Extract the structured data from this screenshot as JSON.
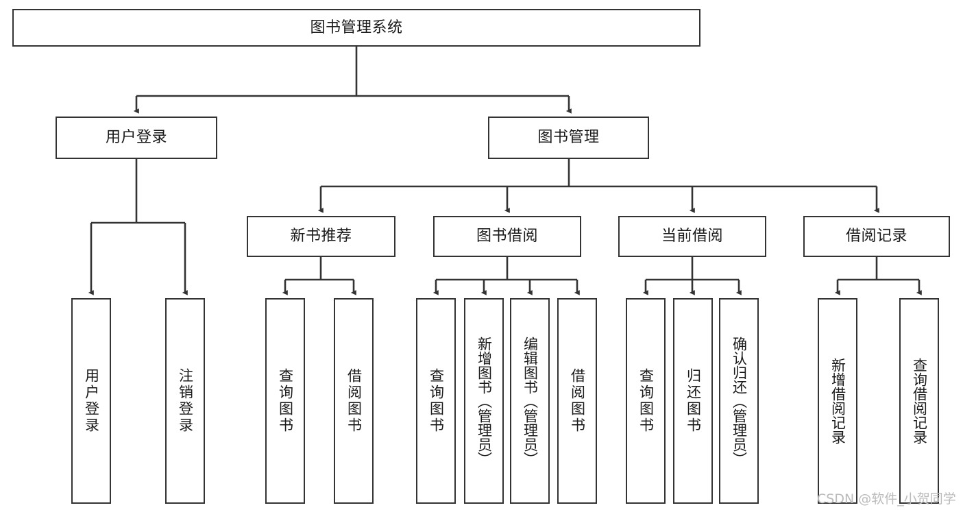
{
  "diagram": {
    "type": "tree-hierarchy",
    "title": "图书管理系统",
    "colors": {
      "box_border": "#333333",
      "box_fill": "#ffffff",
      "connector": "#333333",
      "text": "#1a1a1a",
      "watermark": "#bbbbbb",
      "background": "#ffffff"
    },
    "root": {
      "label": "图书管理系统"
    },
    "level2": [
      {
        "label": "用户登录"
      },
      {
        "label": "图书管理"
      }
    ],
    "level3": [
      {
        "label": "新书推荐"
      },
      {
        "label": "图书借阅"
      },
      {
        "label": "当前借阅"
      },
      {
        "label": "借阅记录"
      }
    ],
    "leaves": {
      "user_login": [
        {
          "label": "用户登录"
        },
        {
          "label": "注销登录"
        }
      ],
      "new_book_recommend": [
        {
          "label": "查询图书"
        },
        {
          "label": "借阅图书"
        }
      ],
      "book_borrow": [
        {
          "label": "查询图书"
        },
        {
          "label": "新增图书（管理员）"
        },
        {
          "label": "编辑图书（管理员）"
        },
        {
          "label": "借阅图书"
        }
      ],
      "current_borrow": [
        {
          "label": "查询图书"
        },
        {
          "label": "归还图书"
        },
        {
          "label": "确认归还（管理员）"
        }
      ],
      "borrow_record": [
        {
          "label": "新增借阅记录"
        },
        {
          "label": "查询借阅记录"
        }
      ]
    },
    "watermark": "CSDN @软件_小贺同学"
  }
}
